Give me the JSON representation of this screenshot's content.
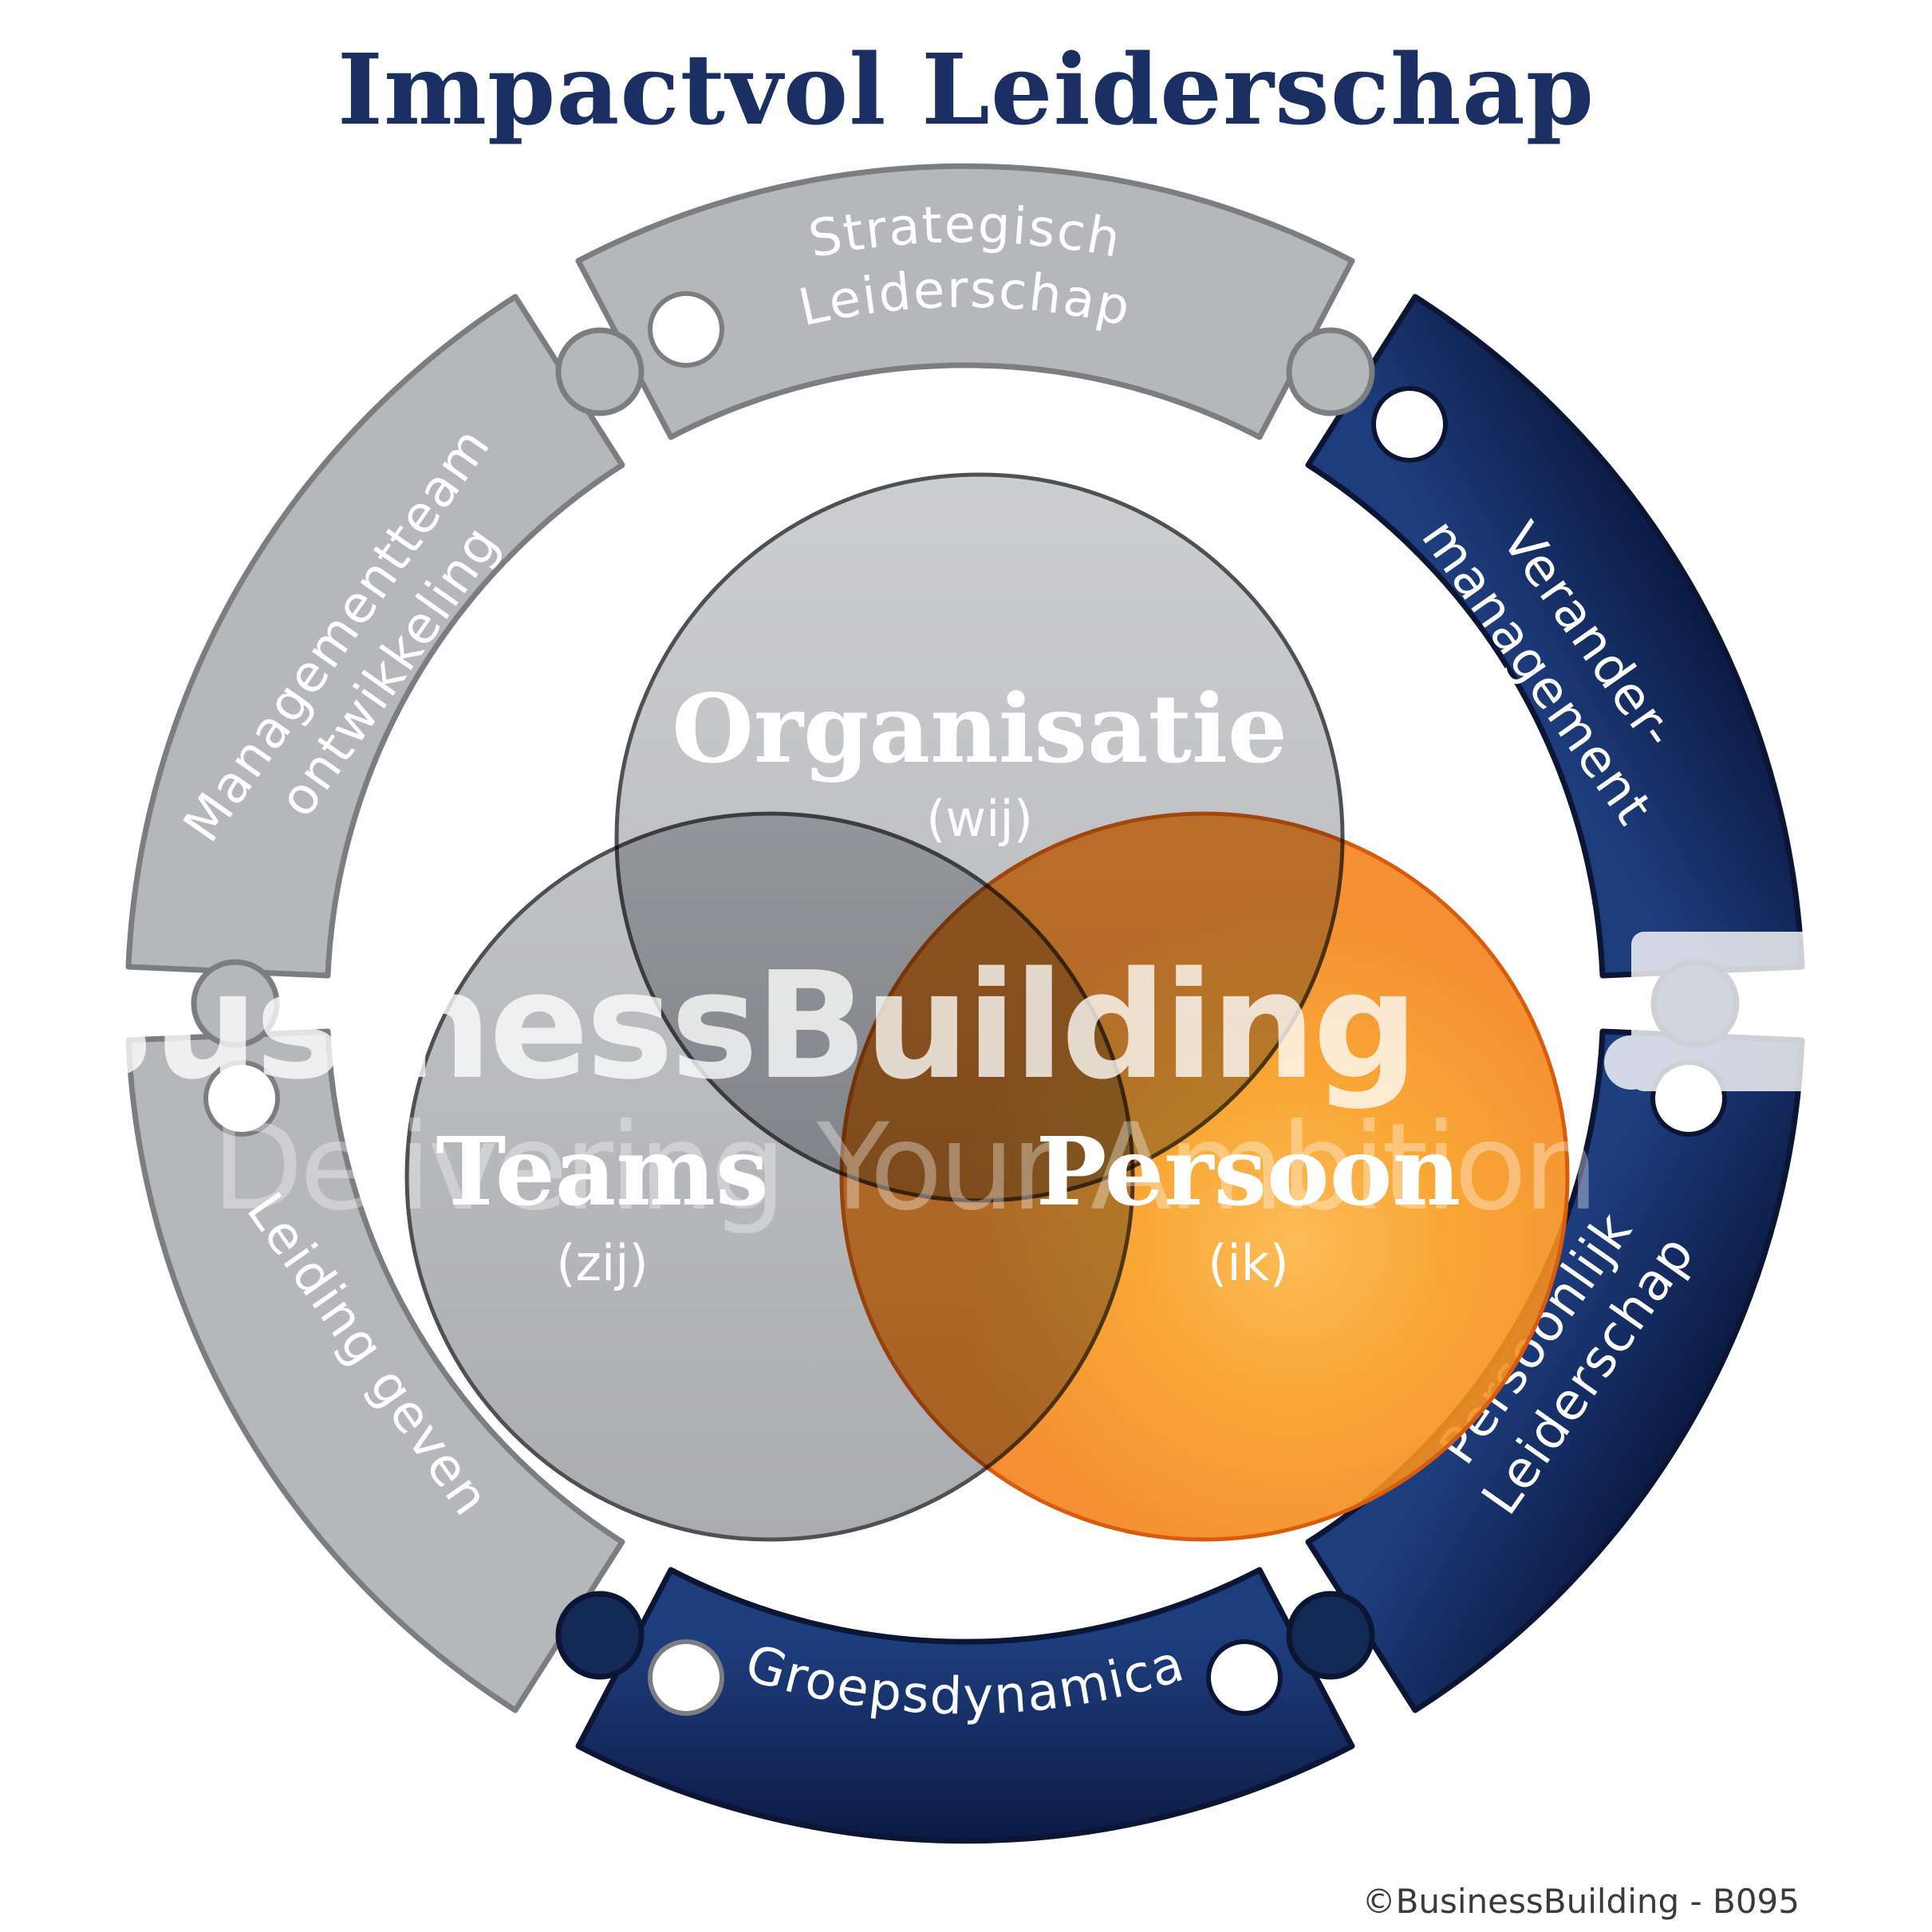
{
  "title": {
    "text": "Impactvol Leiderschap",
    "color": "#1b2f63"
  },
  "ring": {
    "segments": [
      {
        "id": "strategisch-leiderschap",
        "style": "gray",
        "lines": [
          "Strategisch",
          "Leiderschap"
        ]
      },
      {
        "id": "verander-management",
        "style": "blue",
        "lines": [
          "Verander-",
          "management"
        ]
      },
      {
        "id": "persoonlijk-leiderschap",
        "style": "blue",
        "lines": [
          "Persoonlijk",
          "Leiderschap"
        ]
      },
      {
        "id": "groepsdynamica",
        "style": "blue",
        "lines": [
          "Groepsdynamica"
        ]
      },
      {
        "id": "leiding-geven",
        "style": "gray",
        "lines": [
          "Leiding geven"
        ]
      },
      {
        "id": "managementteam-ontwikkeling",
        "style": "gray",
        "lines": [
          "Managementteam",
          "ontwikkeling"
        ]
      }
    ],
    "colors": {
      "gray_fill": "#b6b7ba",
      "gray_stroke": "#7c7d81",
      "blue_light": "#1e3d7d",
      "blue_dark": "#0b1a44",
      "blue_stroke": "#0d1535",
      "label": "#ffffff"
    }
  },
  "venn": {
    "circles": [
      {
        "id": "organisatie",
        "label": "Organisatie",
        "sublabel": "(wij)",
        "color_style": "gray"
      },
      {
        "id": "teams",
        "label": "Teams",
        "sublabel": "(zij)",
        "color_style": "gray"
      },
      {
        "id": "persoon",
        "label": "Persoon",
        "sublabel": "(ik)",
        "color_style": "orange"
      }
    ],
    "colors": {
      "gray_top": "#c7c8cb",
      "gray_bottom": "#a2a3a7",
      "gray_stroke": "#4f5052",
      "orange_center": "#fcb445",
      "orange_mid": "#f89e20",
      "orange_edge": "#f3831d",
      "orange_stroke": "#d85b0e",
      "label": "#ffffff"
    }
  },
  "watermark": {
    "line1": "BusinessBuilding",
    "line2": "Delivering Your Ambition"
  },
  "footer": {
    "copyright": "©BusinessBuilding - B095",
    "color": "#3a3a3c"
  }
}
